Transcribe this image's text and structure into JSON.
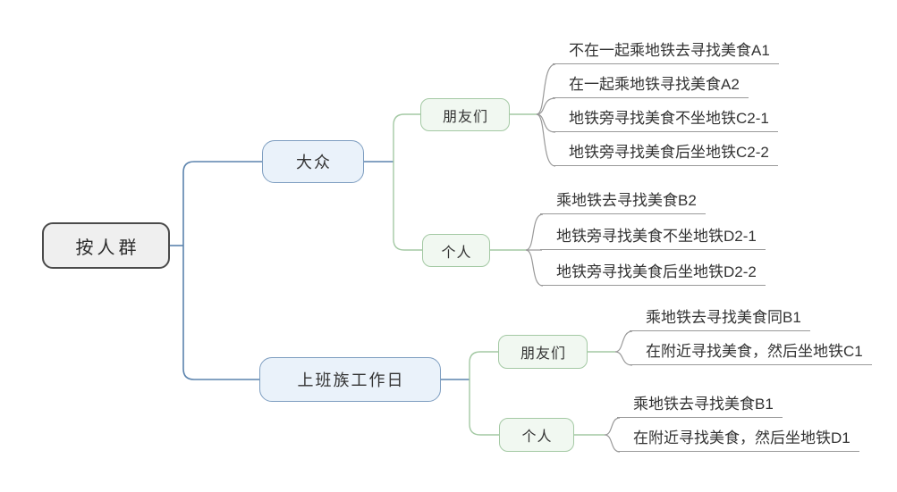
{
  "colors": {
    "background": "#ffffff",
    "root_border": "#4a4a4a",
    "root_bg": "#efefef",
    "level1_border": "#7d9dc0",
    "level1_bg": "#eaf2fa",
    "level2_border": "#a4c9a4",
    "level2_bg": "#f1f8f1",
    "line_blue": "#5b83ad",
    "line_green": "#a4c9a4",
    "line_gray": "#999999",
    "text": "#333333"
  },
  "mindmap": {
    "root": {
      "label": "按人群"
    },
    "branches": [
      {
        "label": "大众",
        "children": [
          {
            "label": "朋友们",
            "leaves": [
              "不在一起乘地铁去寻找美食A1",
              "在一起乘地铁寻找美食A2",
              "地铁旁寻找美食不坐地铁C2-1",
              "地铁旁寻找美食后坐地铁C2-2"
            ]
          },
          {
            "label": "个人",
            "leaves": [
              "乘地铁去寻找美食B2",
              "地铁旁寻找美食不坐地铁D2-1",
              "地铁旁寻找美食后坐地铁D2-2"
            ]
          }
        ]
      },
      {
        "label": "上班族工作日",
        "children": [
          {
            "label": "朋友们",
            "leaves": [
              "乘地铁去寻找美食同B1",
              "在附近寻找美食，然后坐地铁C1"
            ]
          },
          {
            "label": "个人",
            "leaves": [
              "乘地铁去寻找美食B1",
              "在附近寻找美食，然后坐地铁D1"
            ]
          }
        ]
      }
    ]
  }
}
